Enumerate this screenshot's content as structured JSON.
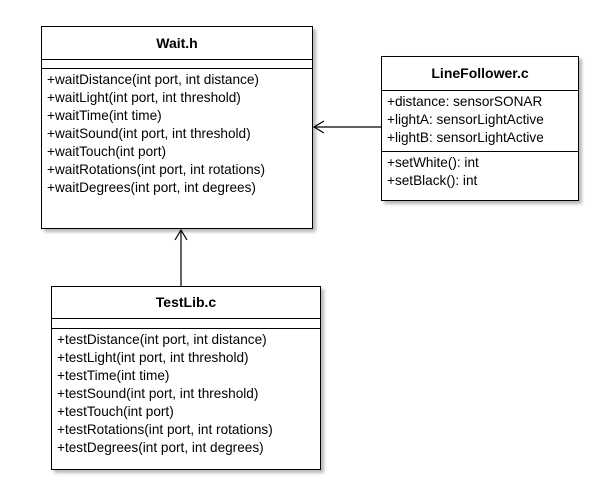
{
  "classes": {
    "wait": {
      "name": "Wait.h",
      "attributes": [],
      "methods": [
        "+waitDistance(int port, int distance)",
        "+waitLight(int port, int threshold)",
        "+waitTime(int time)",
        "+waitSound(int port, int threshold)",
        "+waitTouch(int port)",
        "+waitRotations(int port, int rotations)",
        "+waitDegrees(int port, int degrees)"
      ]
    },
    "linefollower": {
      "name": "LineFollower.c",
      "attributes": [
        "+distance: sensorSONAR",
        "+lightA: sensorLightActive",
        "+lightB: sensorLightActive"
      ],
      "methods": [
        "+setWhite(): int",
        "+setBlack(): int"
      ]
    },
    "testlib": {
      "name": "TestLib.c",
      "attributes": [],
      "methods": [
        "+testDistance(int port, int distance)",
        "+testLight(int port, int threshold)",
        "+testTime(int time)",
        "+testSound(int port, int threshold)",
        "+testTouch(int port)",
        "+testRotations(int port, int rotations)",
        "+testDegrees(int port, int degrees)"
      ]
    }
  },
  "relations": [
    {
      "from": "linefollower",
      "to": "wait",
      "arrow": "open"
    },
    {
      "from": "testlib",
      "to": "wait",
      "arrow": "open"
    }
  ]
}
